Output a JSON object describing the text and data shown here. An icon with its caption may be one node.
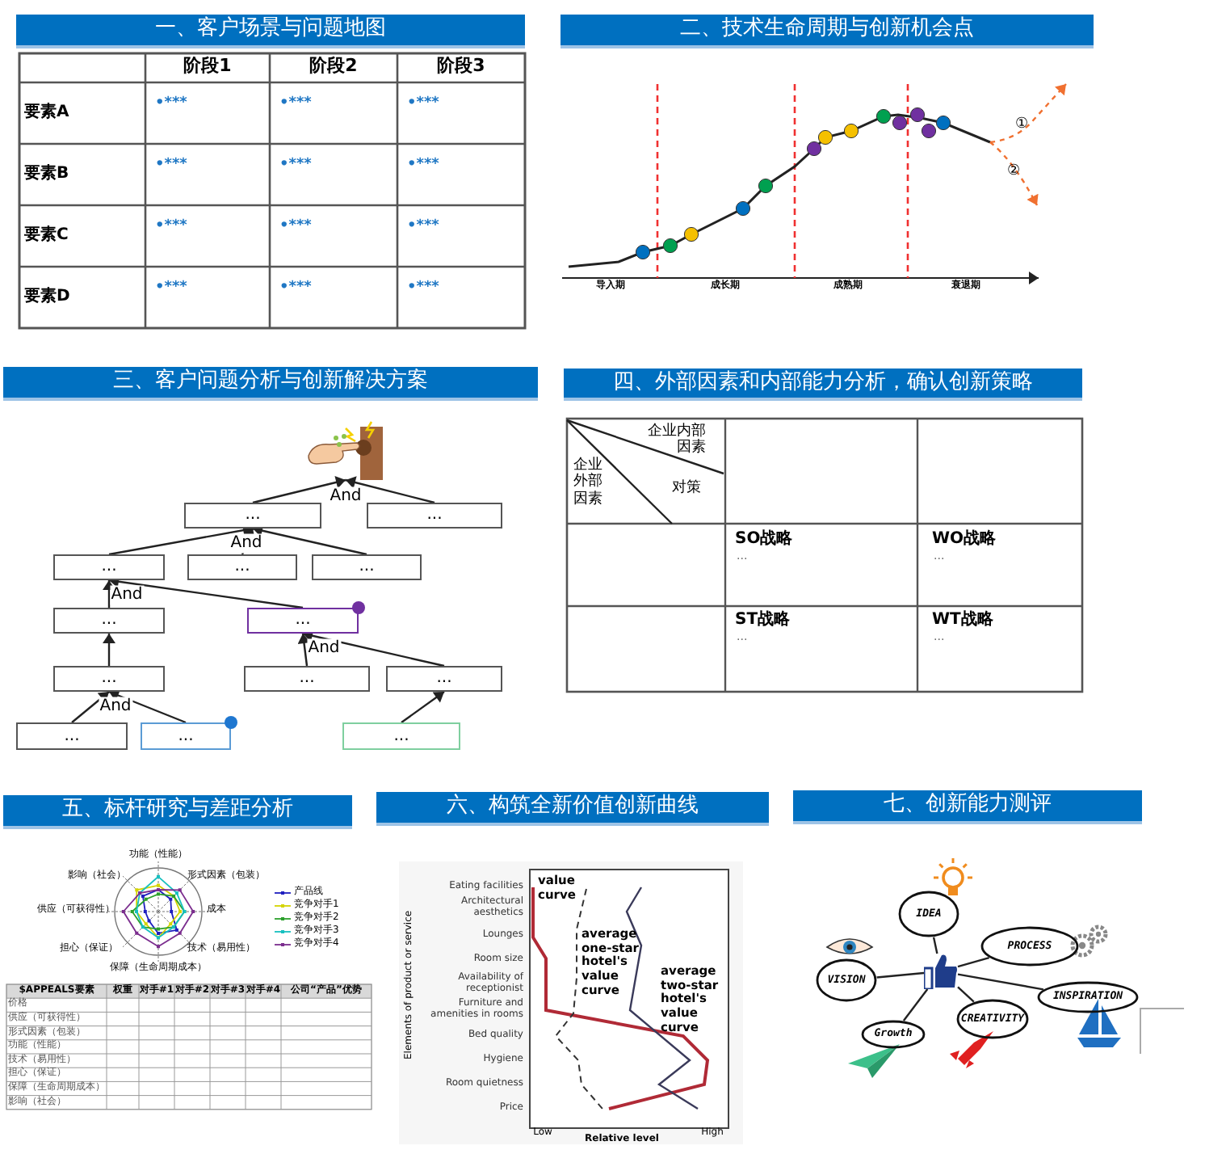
{
  "diagram": {
    "nodes": [
      {
        "text": [
          "一、客户场景与问题地图"
        ]
      },
      {
        "text": [
          "二、技术生命周期与创新机会点"
        ]
      },
      {
        "text": [
          "三、客户问题分析与创新解决方案"
        ]
      },
      {
        "text": [],
        "shape": "picture"
      },
      {
        "text": [
          "..."
        ]
      },
      {
        "text": [
          "..."
        ]
      },
      {
        "text": [
          "..."
        ]
      },
      {
        "text": [
          "..."
        ]
      },
      {
        "text": [
          "..."
        ]
      },
      {
        "text": [
          "..."
        ]
      },
      {
        "text": [
          "..."
        ]
      },
      {
        "text": [
          "..."
        ]
      },
      {
        "text": [
          "..."
        ]
      },
      {
        "text": [
          "..."
        ]
      },
      {
        "text": [
          "..."
        ]
      },
      {
        "text": [
          "..."
        ]
      },
      {
        "text": [
          "..."
        ]
      },
      {
        "text": [
          "四、外部因素和内部能力分析，确认创新策略"
        ]
      },
      {
        "text": [
          "五、标杆研究与差距分析"
        ]
      },
      {
        "text": [
          "六、构筑全新价值创新曲线"
        ]
      },
      {
        "text": [
          "七、创新能力测评"
        ]
      },
      {
        "text": [],
        "shape": "picture"
      },
      {
        "text": [
          "IDEA"
        ]
      },
      {
        "text": [
          "PROCESS"
        ]
      },
      {
        "text": [
          "VISION"
        ]
      },
      {
        "text": [
          "INSPIRATION"
        ]
      },
      {
        "text": [
          "CREATIVITY"
        ]
      },
      {
        "text": [
          "Growth"
        ]
      }
    ],
    "edges": [
      {
        "from": 4,
        "to": 3,
        "arrow": "to",
        "label": "And"
      },
      {
        "from": 5,
        "to": 3,
        "arrow": "to"
      },
      {
        "from": 6,
        "to": 4,
        "arrow": "to"
      },
      {
        "from": 7,
        "to": 4,
        "arrow": "to",
        "label": "And"
      },
      {
        "from": 8,
        "to": 4,
        "arrow": "to"
      },
      {
        "from": 9,
        "to": 6,
        "arrow": "to",
        "label": "And"
      },
      {
        "from": 10,
        "to": 6,
        "arrow": "to"
      },
      {
        "from": 11,
        "to": 9,
        "arrow": "to"
      },
      {
        "from": 12,
        "to": 10,
        "arrow": "to",
        "label": "And"
      },
      {
        "from": 13,
        "to": 10,
        "arrow": "to"
      },
      {
        "from": 14,
        "to": 11,
        "arrow": "to",
        "label": "And"
      },
      {
        "from": 15,
        "to": 11,
        "arrow": "to"
      },
      {
        "from": 16,
        "to": 13,
        "arrow": "to"
      },
      {
        "from": 21,
        "to": 22,
        "arrow": "none"
      },
      {
        "from": 21,
        "to": 23,
        "arrow": "none"
      },
      {
        "from": 21,
        "to": 24,
        "arrow": "none"
      },
      {
        "from": 21,
        "to": 25,
        "arrow": "none"
      },
      {
        "from": 21,
        "to": 26,
        "arrow": "none"
      },
      {
        "from": 21,
        "to": 27,
        "arrow": "none"
      }
    ],
    "labels": [
      "阶段1",
      "阶段2",
      "阶段3",
      "要素A",
      "•***",
      "•***",
      "•***",
      "要素B",
      "•***",
      "•***",
      "•***",
      "要素C",
      "•***",
      "•***",
      "•***",
      "要素D",
      "•***",
      "•***",
      "•***",
      "导入期",
      "成长期",
      "成熟期",
      "衰退期",
      "①",
      "②",
      "企业内部因素",
      "企业外部因素",
      "对策",
      "SO战略",
      "...",
      "WO战略",
      "...",
      "ST战略",
      "...",
      "WT战略",
      "...",
      "功能（性能）",
      "形式因素（包装）",
      "成本",
      "技术（易用性）",
      "保障（生命周期成本）",
      "担心（保证）",
      "供应（可获得性）",
      "影响（社会）",
      "$APPEALS要素",
      "权重",
      "对手#1",
      "对手#2",
      "对手#3",
      "对手#4",
      "公司“产品”优势",
      "价格",
      "供应（可获得性）",
      "形式因素（包装）",
      "功能（性能）",
      "技术（易用性）",
      "担心（保证）",
      "保障（生命周期成本）",
      "影响（社会）",
      "Elements of product or service",
      "Eating facilities",
      "Architectural aesthetics",
      "Lounges",
      "Room size",
      "Availability of receptionist",
      "Furniture and amenities in rooms",
      "Bed quality",
      "Hygiene",
      "Room quietness",
      "Price",
      "value curve",
      "average one-star hotel's value curve",
      "average two-star hotel's value curve",
      "Low",
      "High",
      "Relative level"
    ],
    "legend": [
      {
        "text": "产品线"
      },
      {
        "text": "竞争对手1"
      },
      {
        "text": "竞争对手2"
      },
      {
        "text": "竞争对手3"
      },
      {
        "text": "竞争对手4"
      }
    ]
  }
}
